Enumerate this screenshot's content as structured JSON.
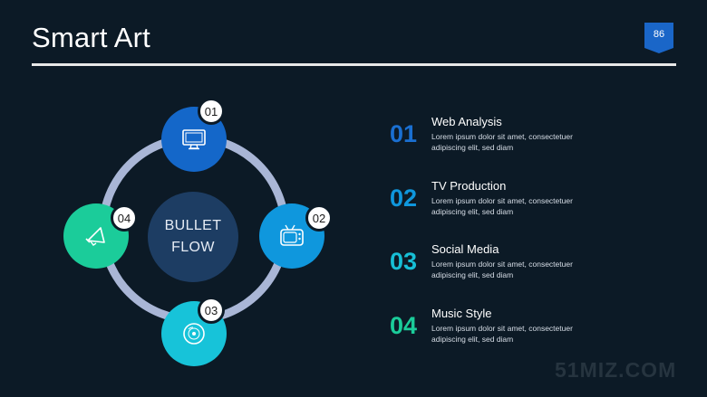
{
  "slide": {
    "title": "Smart Art",
    "page_number": "86"
  },
  "center": {
    "line1": "BULLET",
    "line2": "FLOW"
  },
  "nodes": [
    {
      "badge": "01",
      "icon": "monitor-icon",
      "color": "#1467c9"
    },
    {
      "badge": "02",
      "icon": "tv-icon",
      "color": "#0f97dd"
    },
    {
      "badge": "03",
      "icon": "disc-icon",
      "color": "#17c3d9"
    },
    {
      "badge": "04",
      "icon": "megaphone-icon",
      "color": "#1bcc9a"
    }
  ],
  "items": [
    {
      "number": "01",
      "title": "Web Analysis",
      "desc": "Lorem ipsum dolor sit amet, consectetuer adipiscing elit, sed diam",
      "color": "#1a6fd1"
    },
    {
      "number": "02",
      "title": "TV Production",
      "desc": "Lorem ipsum dolor sit amet, consectetuer adipiscing elit, sed diam",
      "color": "#0f97dd"
    },
    {
      "number": "03",
      "title": "Social Media",
      "desc": "Lorem ipsum dolor sit amet, consectetuer adipiscing elit, sed diam",
      "color": "#17bfd6"
    },
    {
      "number": "04",
      "title": "Music Style",
      "desc": "Lorem ipsum dolor sit amet, consectetuer adipiscing elit, sed diam",
      "color": "#1bcc9a"
    }
  ],
  "watermark": "51MIZ.COM"
}
